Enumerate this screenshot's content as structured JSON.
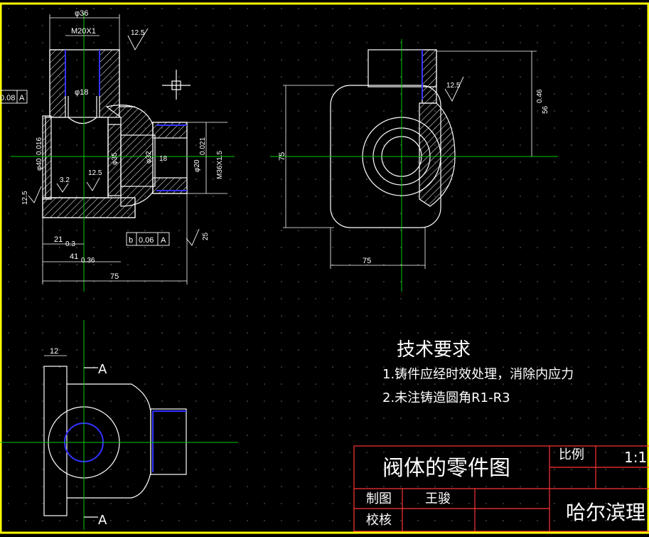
{
  "colors": {
    "background": "#000000",
    "outline": "#ffffff",
    "border": "#ffff00",
    "centerline": "#00cc00",
    "thread": "#3333ff"
  },
  "front_view": {
    "dim_top_diameter": "φ36",
    "dim_thread_top": "M20X1",
    "roughness_top": "12.5",
    "dim_inner_bore": "φ18",
    "tolerance_frame_left": "0.08",
    "tolerance_frame_left_datum": "A",
    "dim_left_bore": "φ40",
    "dim_left_bore_tol": "0.016",
    "dim_bore_35": "φ35",
    "roughness_inner_a": "3.2",
    "roughness_inner_b": "12.5",
    "dim_bore_32": "φ32",
    "dim_bore_18b": "18",
    "dim_bore_20": "φ20",
    "dim_bore_20_tol": "0.021",
    "dim_thread_right": "M36X1.5",
    "roughness_left_side": "12.5",
    "dim_21": "21",
    "dim_21_tol": "0.3",
    "tolerance_frame_bottom_a": "b",
    "tolerance_frame_bottom_b": "0.06",
    "tolerance_frame_bottom_datum": "A",
    "roughness_bottom": "25",
    "dim_41": "41",
    "dim_41_tol": "0.36",
    "dim_75_bottom": "75"
  },
  "side_view": {
    "roughness": "12.5",
    "dim_vertical": "56",
    "dim_vertical_tol": "0.46",
    "dim_height": "75",
    "dim_width": "75"
  },
  "top_view": {
    "dim_12": "12",
    "section_label_top": "A",
    "section_label_bottom": "A"
  },
  "notes": {
    "heading": "技术要求",
    "item1": "1.铸件应经时效处理，消除内应力",
    "item2": "2.未注铸造圆角R1-R3"
  },
  "title_block": {
    "drawing_name": "阀体的零件图",
    "scale_label": "比例",
    "scale_value": "1:1",
    "drawn_label": "制图",
    "drawn_name": "王骏",
    "checked_label": "校核",
    "organization": "哈尔滨理"
  }
}
